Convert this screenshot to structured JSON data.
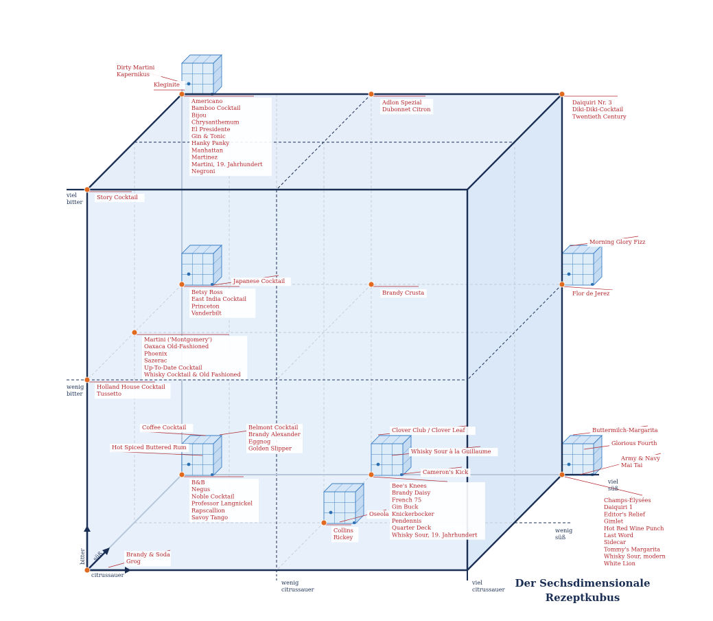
{
  "title": {
    "line1": "Der Sechsdimensionale",
    "line2": "Rezeptkubus"
  },
  "axes": {
    "viel_bitter": [
      "viel",
      "bitter"
    ],
    "wenig_bitter": [
      "wenig",
      "bitter"
    ],
    "viel_suess": [
      "viel",
      "süß"
    ],
    "wenig_suess": [
      "wenig",
      "süß"
    ],
    "wenig_citrussauer": [
      "wenig",
      "citrussauer"
    ],
    "viel_citrussauer": [
      "viel",
      "citrussauer"
    ],
    "origin_bitter": "bitter",
    "origin_suess": "süß",
    "origin_citrussauer": "citrussauer"
  },
  "groups": {
    "top_back_left": [
      "Americano",
      "Bamboo Cocktail",
      "Bijou",
      "Chrysanthemum",
      "El Presidente",
      "Gin & Tonic",
      "Hanky Panky",
      "Manhattan",
      "Martinez",
      "Martini, 19. Jahrhundert",
      "Negroni"
    ],
    "dirty_martini": [
      "Dirty Martini",
      "Kapernikus"
    ],
    "kleginite": [
      "Kleginite"
    ],
    "top_back_mid": [
      "Adlon Spezial",
      "Dubonnet Citron"
    ],
    "top_back_right": [
      "Daiquiri Nr. 3",
      "Diki-Diki-Cocktail",
      "Twentieth Century"
    ],
    "top_front_left": [
      "Story Cocktail"
    ],
    "mid_back_left": [
      "Betsy Ross",
      "East India Cocktail",
      "Princeton",
      "Vanderbilt"
    ],
    "japanese": [
      "Japanese Cocktail"
    ],
    "center": [
      "Brandy Crusta"
    ],
    "morning_glory": [
      "Morning Glory Fizz"
    ],
    "flor_de_jerez": [
      "Flor de Jerez"
    ],
    "mid_left_mid": [
      "Martini ('Montgomery')",
      "Oaxaca Old-Fashioned",
      "Phoenix",
      "Sazerac",
      "Up-To-Date Cocktail",
      "Whisky Cocktail & Old Fashioned"
    ],
    "mid_front_left": [
      "Holland House Cocktail",
      "Tussetto"
    ],
    "coffee": [
      "Coffee Cocktail"
    ],
    "belmont": [
      "Belmont Cocktail",
      "Brandy Alexander",
      "Eggnog",
      "Golden Slipper"
    ],
    "hot_spiced": [
      "Hot Spiced Buttered Rum"
    ],
    "bottom_back_left": [
      "B&B",
      "Negus",
      "Noble Cocktail",
      "Professor Langnickel",
      "Rapscallion",
      "Savoy Tango"
    ],
    "clover": [
      "Clover Club / Clover Leaf"
    ],
    "whisky_guillaume": [
      "Whisky Sour à la Guillaume"
    ],
    "camerons": [
      "Cameron's Kick"
    ],
    "bottom_back_mid": [
      "Bee's Knees",
      "Brandy Daisy",
      "French 75",
      "Gin Buck",
      "Knickerbocker",
      "Pendennis",
      "Quarter Deck",
      "Whisky Sour, 19. Jahrhundert"
    ],
    "oseola": [
      "Oseola"
    ],
    "collins": [
      "Collins",
      "Rickey"
    ],
    "buttermilch": [
      "Buttermilch-Margarita"
    ],
    "glorious": [
      "Glorious Fourth"
    ],
    "army_navy": [
      "Army & Navy",
      "Mai Tai"
    ],
    "bottom_back_right": [
      "Champs-Élysées",
      "Daiquiri 1",
      "Editor's Relief",
      "Gimlet",
      "Hot Red Wine Punch",
      "Last Word",
      "Sidecar",
      "Tommy's Margarita",
      "Whisky Sour, modern",
      "White Lion"
    ],
    "bottom_front_left": [
      "Brandy & Soda",
      "Grog"
    ]
  },
  "colors": {
    "navy": "#1b2f55",
    "label_red": "#b3262b",
    "dot_orange": "#e06a1f",
    "cube_fill": "#e4effa",
    "mini_cube_blue": "#3b7fc4",
    "guide_gray": "#c4cbd4"
  }
}
